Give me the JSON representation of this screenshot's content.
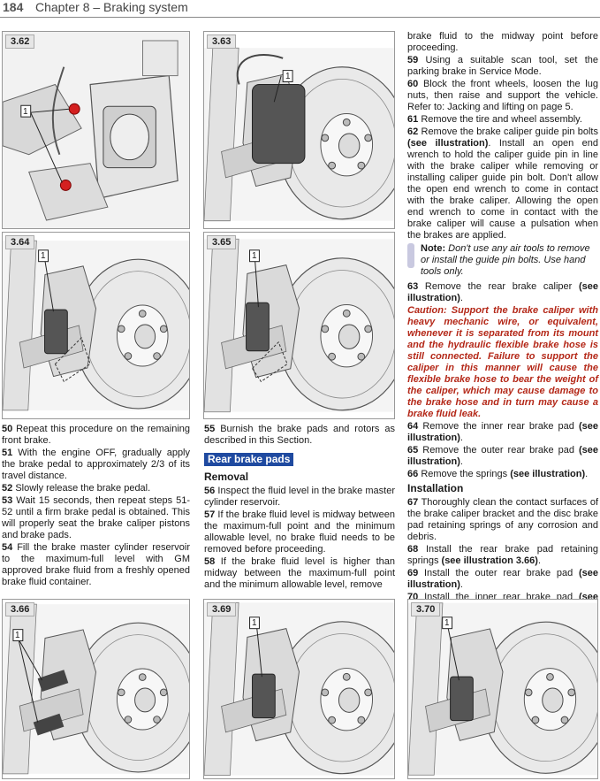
{
  "header": {
    "page_number": "184",
    "chapter": "Chapter 8 – Braking system"
  },
  "figures": {
    "f362": {
      "label": "3.62",
      "callout": "1"
    },
    "f363": {
      "label": "3.63",
      "callout": "1"
    },
    "f364": {
      "label": "3.64",
      "callout": "1"
    },
    "f365": {
      "label": "3.65",
      "callout": "1"
    },
    "f366": {
      "label": "3.66",
      "callout": "1"
    },
    "f369": {
      "label": "3.69",
      "callout": "1"
    },
    "f370": {
      "label": "3.70",
      "callout": "1"
    }
  },
  "left_text": {
    "s50": {
      "n": "50",
      "t": "Repeat this procedure on the remaining front brake."
    },
    "s51": {
      "n": "51",
      "t": "With the engine OFF, gradually apply the brake pedal to approximately 2/3 of its travel distance."
    },
    "s52": {
      "n": "52",
      "t": "Slowly release the brake pedal."
    },
    "s53": {
      "n": "53",
      "t": "Wait 15 seconds, then repeat steps 51-52 until a firm brake pedal is obtained. This will properly seat the brake caliper pistons and brake pads."
    },
    "s54": {
      "n": "54",
      "t": "Fill the brake master cylinder reservoir to the maximum-full level with GM approved brake fluid from a freshly opened brake fluid container."
    }
  },
  "middle_text": {
    "s55": {
      "n": "55",
      "t": "Burnish the brake pads and rotors as described in this Section."
    },
    "section_title": "Rear brake pads",
    "removal_heading": "Removal",
    "s56": {
      "n": "56",
      "t": "Inspect the fluid level in the brake master cylinder reservoir."
    },
    "s57": {
      "n": "57",
      "t": "If the brake fluid level is midway between the maximum-full point and the minimum allowable level, no brake fluid needs to be removed before proceeding."
    },
    "s58": {
      "n": "58",
      "t": "If the brake fluid level is higher than midway between the maximum-full point and the minimum allowable level, remove"
    }
  },
  "right_text": {
    "s58_cont": "brake fluid to the midway point before proceeding.",
    "s59": {
      "n": "59",
      "t": "Using a suitable scan tool, set the parking brake in Service Mode."
    },
    "s60": {
      "n": "60",
      "t": "Block the front wheels, loosen the lug nuts, then raise and support the vehicle. Refer to: Jacking and lifting on page 5."
    },
    "s61": {
      "n": "61",
      "t": "Remove the tire and wheel assembly."
    },
    "s62": {
      "n": "62",
      "t": "Remove the brake caliper guide pin bolts",
      "ill": "(see illustration)",
      "t2": ". Install an open end wrench to hold the caliper guide pin in line with the brake caliper while removing or installing caliper guide pin bolt. Don't allow the open end wrench to come in contact with the brake caliper. Allowing the open end wrench to come in contact with the brake caliper will cause a pulsation when the brakes are applied."
    },
    "note_label": "Note:",
    "note_text": "Don't use any air tools to remove or install the guide pin bolts. Use hand tools only.",
    "s63": {
      "n": "63",
      "t": "Remove the rear brake caliper",
      "ill": "(see illustration)",
      "t2": "."
    },
    "caution": "Caution: Support the brake caliper with heavy mechanic wire, or equivalent, whenever it is separated from its mount and the hydraulic flexible brake hose is still connected. Failure to support the caliper in this manner will cause the flexible brake hose to bear the weight of the caliper, which may cause damage to the brake hose and in turn may cause a brake fluid leak.",
    "s64": {
      "n": "64",
      "t": "Remove the inner rear brake pad",
      "ill": "(see illustration)",
      "t2": "."
    },
    "s65": {
      "n": "65",
      "t": "Remove the outer rear brake pad",
      "ill": "(see illustration)",
      "t2": "."
    },
    "s66": {
      "n": "66",
      "t": "Remove the springs",
      "ill": "(see illustration)",
      "t2": "."
    },
    "installation_heading": "Installation",
    "s67": {
      "n": "67",
      "t": "Thoroughly clean the contact surfaces of the brake caliper bracket and the disc brake pad retaining springs of any corrosion and debris."
    },
    "s68": {
      "n": "68",
      "t": "Install the rear brake pad retaining springs",
      "ill": "(see illustration 3.66)",
      "t2": "."
    },
    "s69": {
      "n": "69",
      "t": "Install the outer rear brake pad",
      "ill": "(see illustration)",
      "t2": "."
    },
    "s70": {
      "n": "70",
      "t": "Install the inner rear brake pad",
      "ill": "(see illustration)",
      "t2": "."
    }
  },
  "colors": {
    "section_bar": "#1f4aa0",
    "caution": "#b42818",
    "bolt_red": "#d42020"
  }
}
